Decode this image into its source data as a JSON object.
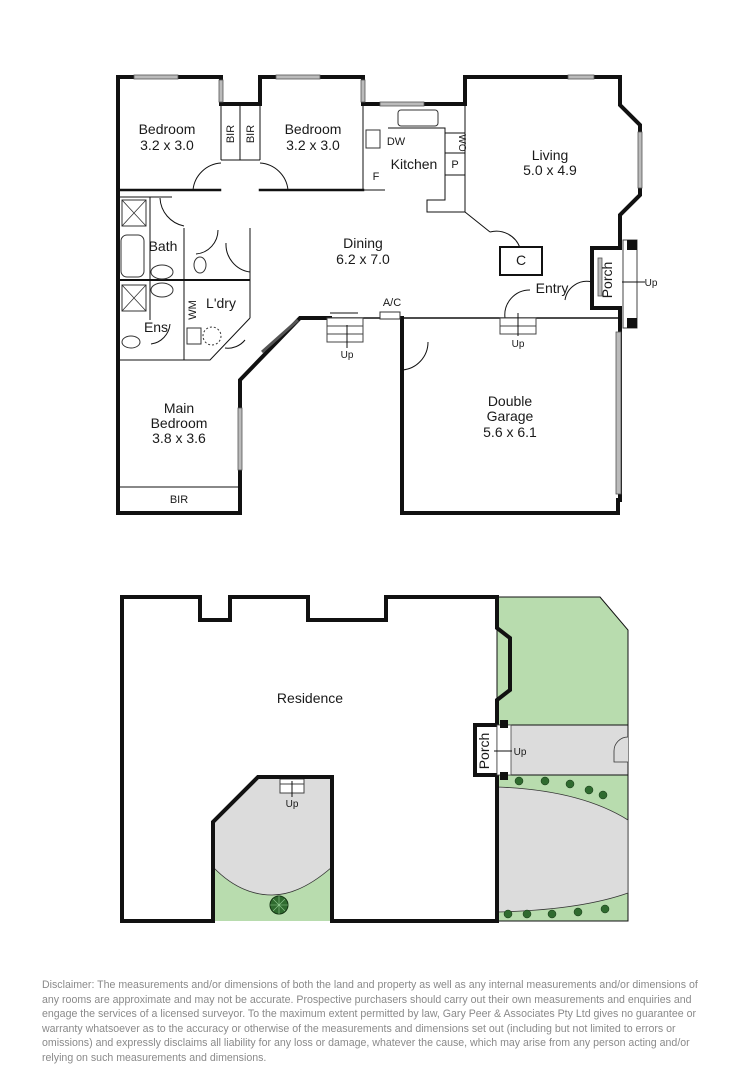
{
  "plan": {
    "rooms": {
      "bedroom1": {
        "name": "Bedroom",
        "size": "3.2 x 3.0"
      },
      "bedroom2": {
        "name": "Bedroom",
        "size": "3.2 x 3.0"
      },
      "bir1": "BIR",
      "bir2": "BIR",
      "kitchen": {
        "name": "Kitchen",
        "dw": "DW",
        "f": "F",
        "wo": "WO",
        "p": "P"
      },
      "living": {
        "name": "Living",
        "size": "5.0 x 4.9"
      },
      "bath": "Bath",
      "dining": {
        "name": "Dining",
        "size": "6.2 x 7.0"
      },
      "laundry": {
        "name": "L'dry",
        "wm": "WM"
      },
      "ensuite": "Ens",
      "closet": "C",
      "entry": "Entry",
      "porch": "Porch",
      "ac": "A/C",
      "main_bedroom": {
        "line1": "Main",
        "line2": "Bedroom",
        "size": "3.8 x 3.6",
        "bir": "BIR"
      },
      "garage": {
        "line1": "Double",
        "line2": "Garage",
        "size": "5.6 x 6.1"
      }
    },
    "stairs": {
      "up1": "Up",
      "up2": "Up",
      "up3": "Up"
    }
  },
  "site": {
    "residence": "Residence",
    "porch": "Porch",
    "up_porch": "Up",
    "up_court": "Up",
    "colors": {
      "lawn": "#b8dcae",
      "paving": "#dcdcdc",
      "shrub": "#2f6b2f",
      "wall": "#111111"
    }
  },
  "disclaimer": "Disclaimer: The measurements and/or dimensions of both the land and property as well as any internal measurements and/or dimensions of any rooms are approximate and may not be accurate. Prospective purchasers should carry out their own measurements and enquiries and engage the services of a licensed surveyor. To the maximum extent permitted by law, Gary Peer & Associates Pty Ltd gives no guarantee or warranty whatsoever as to the accuracy or otherwise of the measurements and dimensions set out (including but not limited to errors or omissions) and expressly disclaims all liability for any loss or damage, whatever the cause, which may arise from any person acting and/or relying on such measurements and dimensions."
}
